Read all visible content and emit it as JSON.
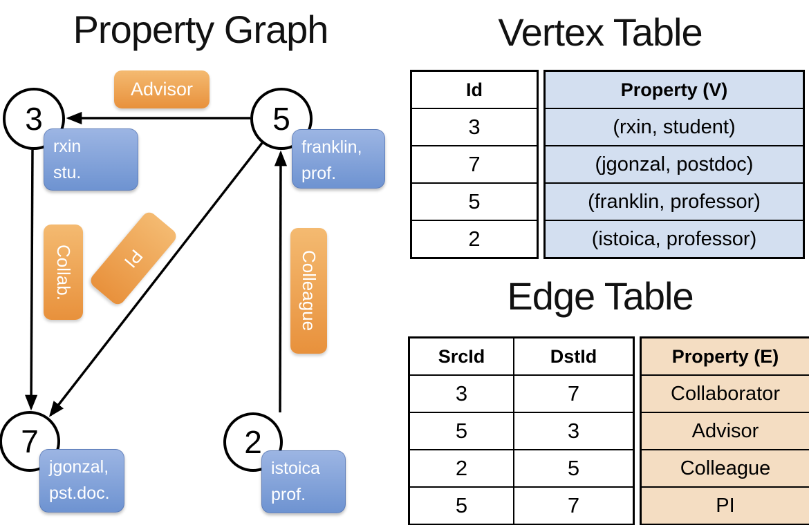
{
  "graph": {
    "title": "Property Graph",
    "vertices": [
      {
        "id": "3",
        "prop_line1": "rxin",
        "prop_line2": "stu."
      },
      {
        "id": "5",
        "prop_line1": "franklin,",
        "prop_line2": "prof."
      },
      {
        "id": "7",
        "prop_line1": "jgonzal,",
        "prop_line2": "pst.doc."
      },
      {
        "id": "2",
        "prop_line1": "istoica",
        "prop_line2": "prof."
      }
    ],
    "edge_labels": [
      {
        "label": "Advisor"
      },
      {
        "label": "Collab."
      },
      {
        "label": "PI"
      },
      {
        "label": "Colleague"
      }
    ]
  },
  "vertex_table": {
    "title": "Vertex Table",
    "columns": {
      "id": "Id",
      "property": "Property (V)"
    },
    "rows": [
      {
        "id": "3",
        "property": "(rxin, student)"
      },
      {
        "id": "7",
        "property": "(jgonzal, postdoc)"
      },
      {
        "id": "5",
        "property": "(franklin, professor)"
      },
      {
        "id": "2",
        "property": "(istoica, professor)"
      }
    ]
  },
  "edge_table": {
    "title": "Edge Table",
    "columns": {
      "src": "SrcId",
      "dst": "DstId",
      "property": "Property (E)"
    },
    "rows": [
      {
        "src": "3",
        "dst": "7",
        "property": "Collaborator"
      },
      {
        "src": "5",
        "dst": "3",
        "property": "Advisor"
      },
      {
        "src": "2",
        "dst": "5",
        "property": "Colleague"
      },
      {
        "src": "5",
        "dst": "7",
        "property": "PI"
      }
    ]
  },
  "colors": {
    "edge_label_orange_top": "#F4BA71",
    "edge_label_orange_bottom": "#E8913C",
    "vertex_box_blue_top": "#9CB5E3",
    "vertex_box_blue_bottom": "#6E93D1",
    "vertex_property_cell_blue": "#D3DFF0",
    "edge_property_cell_tan": "#F4DDC2"
  }
}
